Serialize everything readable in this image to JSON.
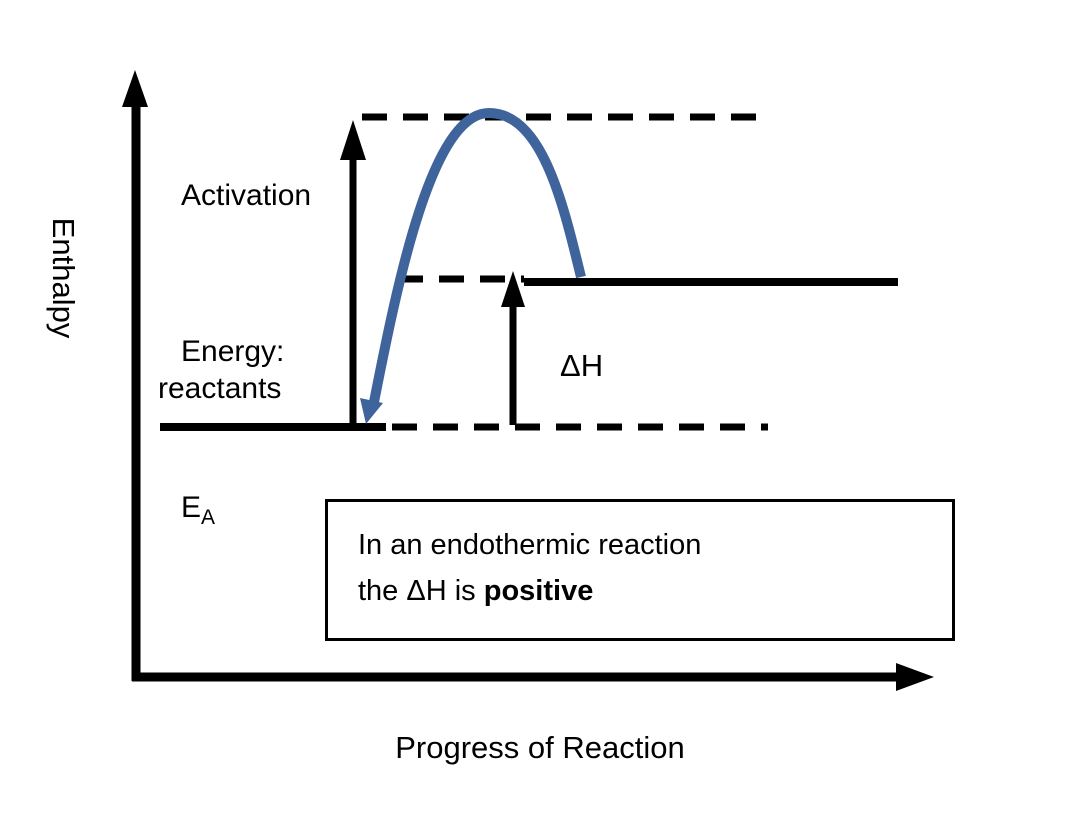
{
  "figure": {
    "type": "energy-profile-diagram",
    "reaction_type": "endothermic",
    "y_axis_label": "Enthalpy",
    "x_axis_label": "Progress of Reaction",
    "activation": {
      "line1": "Activation",
      "line2": "Energy:",
      "symbol_base": "E",
      "symbol_sub": "A"
    },
    "reactants_label": "reactants",
    "delta_h_label": "ΔH",
    "note": {
      "line1": "In an endothermic reaction",
      "line2_prefix": "the ΔH is ",
      "line2_bold": "positive"
    },
    "levels": {
      "reactants": "low",
      "products": "higher than reactants",
      "peak": "activation energy maximum",
      "delta_h_sign": "positive"
    },
    "colors": {
      "curve": "#3F649C",
      "line": "#000000"
    }
  }
}
